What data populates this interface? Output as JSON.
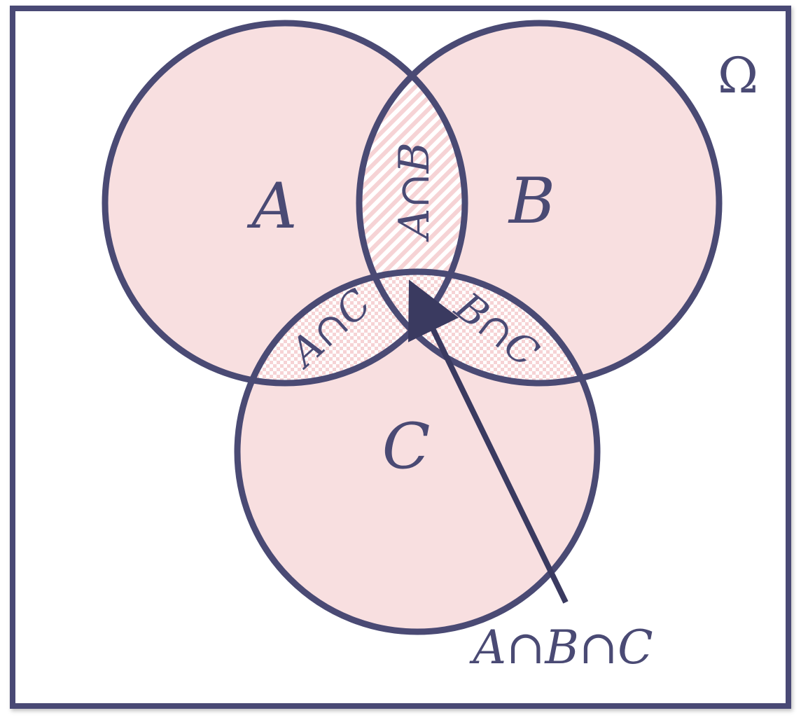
{
  "diagram": {
    "universe_label": "Ω",
    "sets": [
      {
        "id": "A",
        "label": "A"
      },
      {
        "id": "B",
        "label": "B"
      },
      {
        "id": "C",
        "label": "C"
      }
    ],
    "intersections": {
      "ab": "A∩B",
      "ac": "A∩C",
      "bc": "B∩C",
      "abc": "A∩B∩C"
    },
    "colors": {
      "outline": "#4a4a74",
      "fill": "#f8dfe0",
      "hatch": "#f4c7ca",
      "background": "#ffffff"
    }
  }
}
